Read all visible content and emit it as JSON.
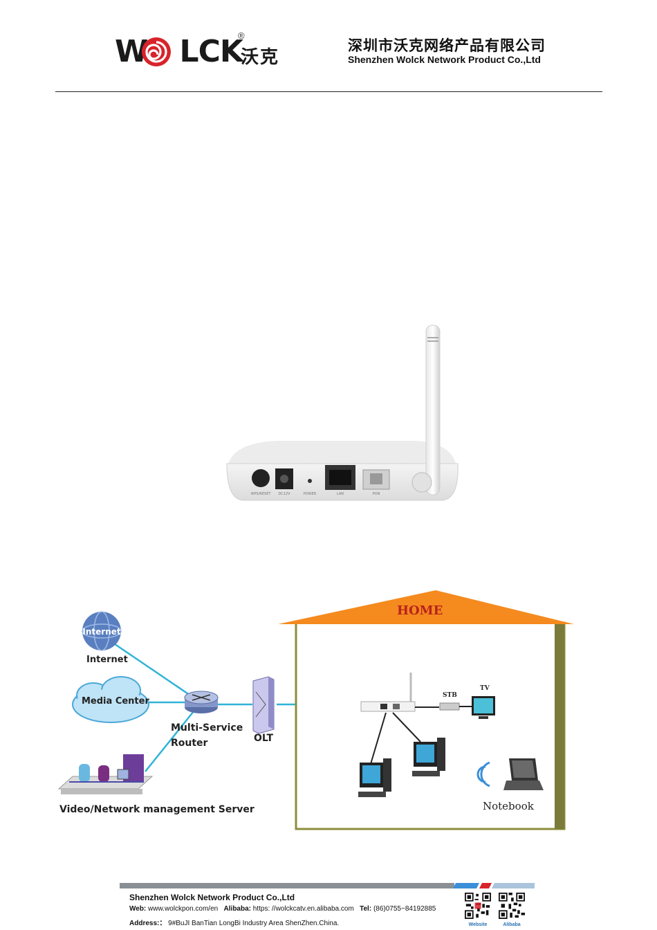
{
  "header": {
    "logo_text_left": "W",
    "logo_text_right": "LCK",
    "logo_registered": "®",
    "logo_cn": "沃克",
    "company_cn": "深圳市沃克网络产品有限公司",
    "company_en": "Shenzhen Wolck Network Product Co.,Ltd"
  },
  "product": {
    "port_labels": [
      "WPS/RESET",
      "DC12V",
      "POWER",
      "LAN",
      "PON"
    ]
  },
  "diagram": {
    "internet_globe_text": "Internet",
    "internet": "Internet",
    "media_center": "Media Center",
    "router_line1": "Multi-Service",
    "router_line2": "Router",
    "olt": "OLT",
    "server": "Video/Network management Server",
    "home": "HOME",
    "stb": "STB",
    "tv": "TV",
    "notebook": "Notebook"
  },
  "footer": {
    "company": "Shenzhen Wolck Network Product Co.,Ltd",
    "web_label": "Web:",
    "web_value": "www.wolckpon.com/en",
    "alibaba_label": "Alibaba:",
    "alibaba_value": "https: //wolckcatv.en.alibaba.com",
    "tel_label": "Tel:",
    "tel_value": "(86)0755−84192885",
    "address_label": "Address:：",
    "address_value": "9#BuJI BanTian LongBi Industry Area ShenZhen.China.",
    "qr_website": "Website",
    "qr_alibaba": "Alibaba"
  },
  "colors": {
    "brand_red": "#d8232a",
    "home_roof": "#f58a1f",
    "home_wall": "#7a7a3a",
    "link_cyan": "#2fb3d8",
    "footer_gray": "#8a8f96",
    "footer_blue": "#3a8fd8"
  }
}
